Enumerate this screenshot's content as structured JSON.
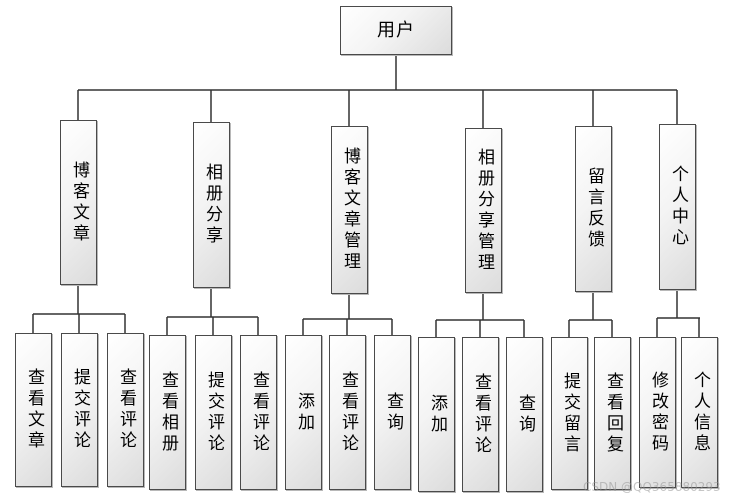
{
  "root": {
    "label": "用户"
  },
  "modules": [
    {
      "label": "博客文章",
      "children": [
        "查看文章",
        "提交评论",
        "查看评论"
      ]
    },
    {
      "label": "相册分享",
      "children": [
        "查看相册",
        "提交评论",
        "查看评论"
      ]
    },
    {
      "label": "博客文章管理",
      "children": [
        "添加",
        "查看评论",
        "查询"
      ]
    },
    {
      "label": "相册分享管理",
      "children": [
        "添加",
        "查看评论",
        "查询"
      ]
    },
    {
      "label": "留言反馈",
      "children": [
        "提交留言",
        "查看回复"
      ]
    },
    {
      "label": "个人中心",
      "children": [
        "修改密码",
        "个人信息"
      ]
    }
  ],
  "watermark": "CSDN @QQ365880293",
  "colors": {
    "line": "#333333",
    "border": "#4a4a4a",
    "fill_light": "#ffffff",
    "fill_dark": "#dcdcdc"
  }
}
